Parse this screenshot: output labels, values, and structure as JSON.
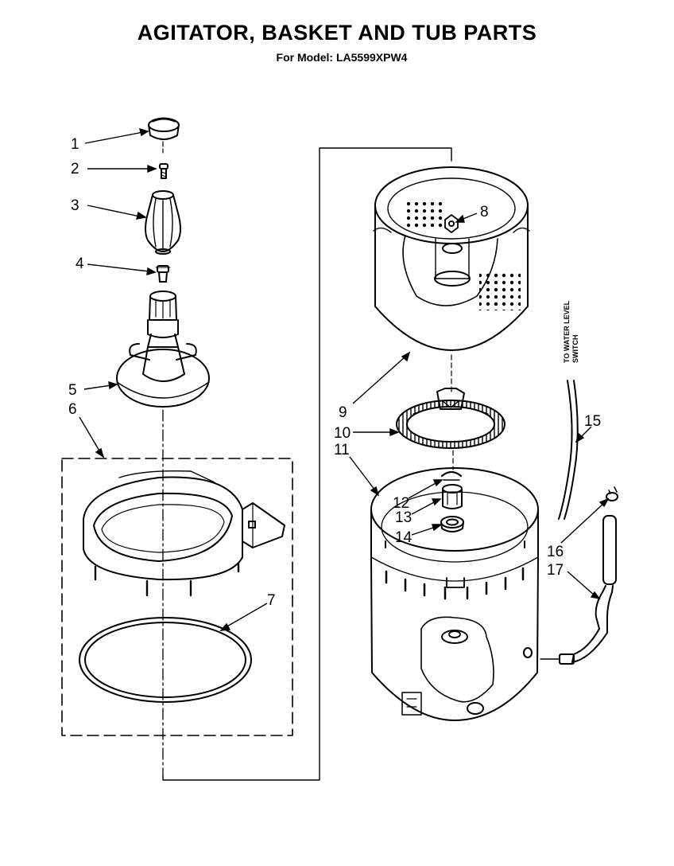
{
  "page": {
    "title": "AGITATOR, BASKET AND TUB PARTS",
    "subtitle": "For Model: LA5599XPW4"
  },
  "callouts": {
    "c1": "1",
    "c2": "2",
    "c3": "3",
    "c4": "4",
    "c5": "5",
    "c6": "6",
    "c7": "7",
    "c8": "8",
    "c9": "9",
    "c10": "10",
    "c11": "11",
    "c12": "12",
    "c13": "13",
    "c14": "14",
    "c15": "15",
    "c16": "16",
    "c17": "17"
  },
  "notes": {
    "water_level_line1": "TO WATER LEVEL",
    "water_level_line2": "SWITCH"
  }
}
